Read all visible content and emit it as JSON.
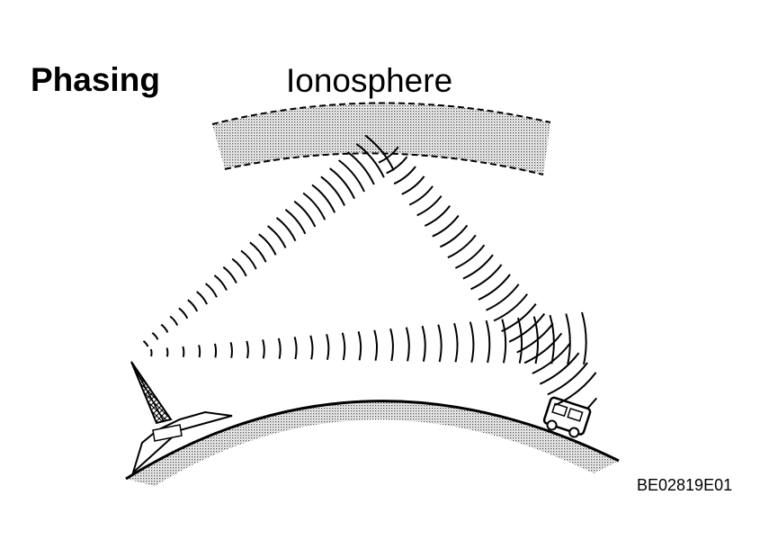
{
  "title": "Phasing",
  "ionosphere_label": "Ionosphere",
  "figure_code": "BE02819E01",
  "icons": {
    "transmitter": "radio-tower-icon",
    "receiver": "car-icon"
  }
}
